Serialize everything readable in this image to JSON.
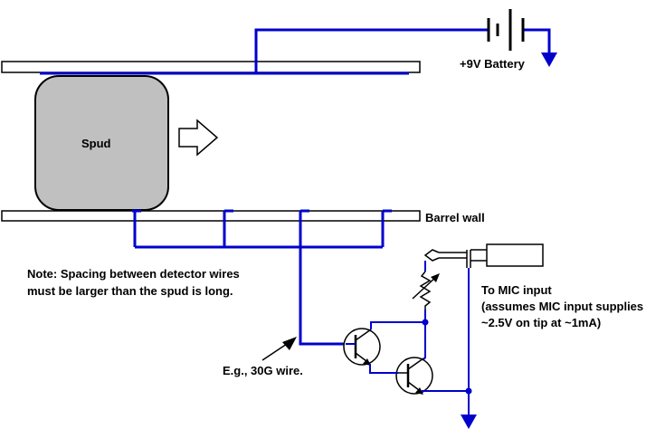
{
  "labels": {
    "spud": "Spud",
    "battery": "+9V Battery",
    "barrel_wall": "Barrel wall",
    "note_line1": "Note: Spacing between detector wires",
    "note_line2": "must be larger than the spud is long.",
    "wire_example": "E.g., 30G wire.",
    "mic_line1": "To MIC input",
    "mic_line2": "(assumes MIC input supplies",
    "mic_line3": "~2.5V on tip at ~1mA)"
  },
  "colors": {
    "wire": "#0000cc",
    "spud_fill": "#c0c0c0",
    "outline": "#000000",
    "background": "#ffffff"
  }
}
